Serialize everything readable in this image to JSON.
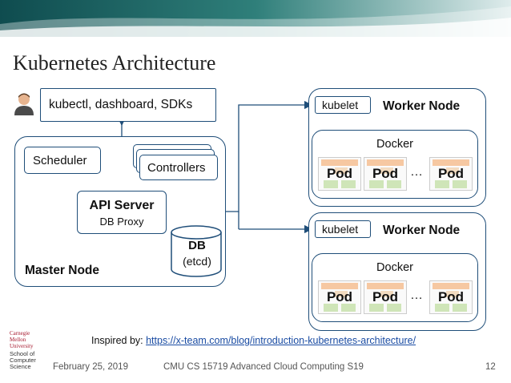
{
  "slide": {
    "title": "Kubernetes Architecture",
    "footer_date": "February 25, 2019",
    "footer_course": "CMU CS 15719 Advanced Cloud Computing S19",
    "page_number": "12"
  },
  "client": {
    "label": "kubectl, dashboard, SDKs",
    "icon": "user-icon"
  },
  "master": {
    "title": "Master Node",
    "scheduler": "Scheduler",
    "controllers": "Controllers",
    "api_server": "API Server",
    "api_sub": "DB Proxy",
    "db": "DB",
    "db_sub": "(etcd)"
  },
  "workers": [
    {
      "title": "Worker Node",
      "kubelet": "kubelet",
      "docker": "Docker",
      "pods": [
        "Pod",
        "Pod",
        "Pod"
      ],
      "ellipsis": "…"
    },
    {
      "title": "Worker Node",
      "kubelet": "kubelet",
      "docker": "Docker",
      "pods": [
        "Pod",
        "Pod",
        "Pod"
      ],
      "ellipsis": "…"
    }
  ],
  "credit": {
    "prefix": "Inspired by: ",
    "link": "https://x-team.com/blog/introduction-kubernetes-architecture/"
  },
  "logo": {
    "university": [
      "Carnegie",
      "Mellon",
      "University"
    ],
    "school": [
      "School of",
      "Computer",
      "Science"
    ]
  },
  "colors": {
    "border": "#1f4e79",
    "link": "#1a4ca3",
    "arrow": "#1f4e79"
  }
}
